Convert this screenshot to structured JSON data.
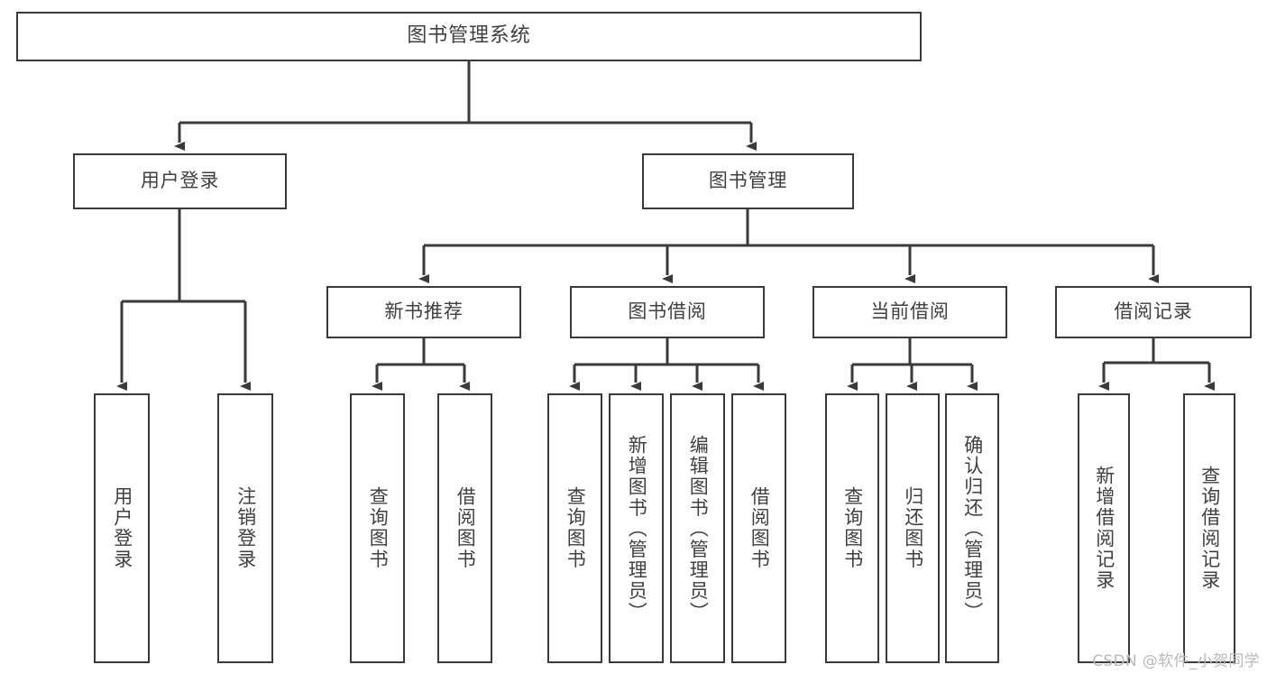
{
  "diagram": {
    "title": "图书管理系统",
    "type": "tree",
    "root": {
      "id": "root",
      "label": "图书管理系统"
    },
    "level2": [
      {
        "id": "user-login",
        "label": "用户登录"
      },
      {
        "id": "book-management",
        "label": "图书管理"
      }
    ],
    "level3": [
      {
        "id": "new-book-recommend",
        "label": "新书推荐"
      },
      {
        "id": "book-borrow",
        "label": "图书借阅"
      },
      {
        "id": "current-borrow",
        "label": "当前借阅"
      },
      {
        "id": "borrow-record",
        "label": "借阅记录"
      }
    ],
    "leaves": {
      "user_login": [
        {
          "id": "leaf-user-login",
          "label": "用户登录"
        },
        {
          "id": "leaf-user-logout",
          "label": "注销登录"
        }
      ],
      "new_book_recommend": [
        {
          "id": "leaf-query-book-1",
          "label": "查询图书"
        },
        {
          "id": "leaf-borrow-book-1",
          "label": "借阅图书"
        }
      ],
      "book_borrow": [
        {
          "id": "leaf-query-book-2",
          "label": "查询图书"
        },
        {
          "id": "leaf-add-book",
          "label": "新增图书（管理员）"
        },
        {
          "id": "leaf-edit-book",
          "label": "编辑图书（管理员）"
        },
        {
          "id": "leaf-borrow-book-2",
          "label": "借阅图书"
        }
      ],
      "current_borrow": [
        {
          "id": "leaf-query-book-3",
          "label": "查询图书"
        },
        {
          "id": "leaf-return-book",
          "label": "归还图书"
        },
        {
          "id": "leaf-confirm-return",
          "label": "确认归还（管理员）"
        }
      ],
      "borrow_record": [
        {
          "id": "leaf-add-record",
          "label": "新增借阅记录"
        },
        {
          "id": "leaf-query-record",
          "label": "查询借阅记录"
        }
      ]
    },
    "watermark": "CSDN @软件_小贺同学",
    "colors": {
      "stroke": "#3a3a3a",
      "text": "#404040",
      "background": "#ffffff",
      "watermark": "#b9b9b9"
    }
  }
}
